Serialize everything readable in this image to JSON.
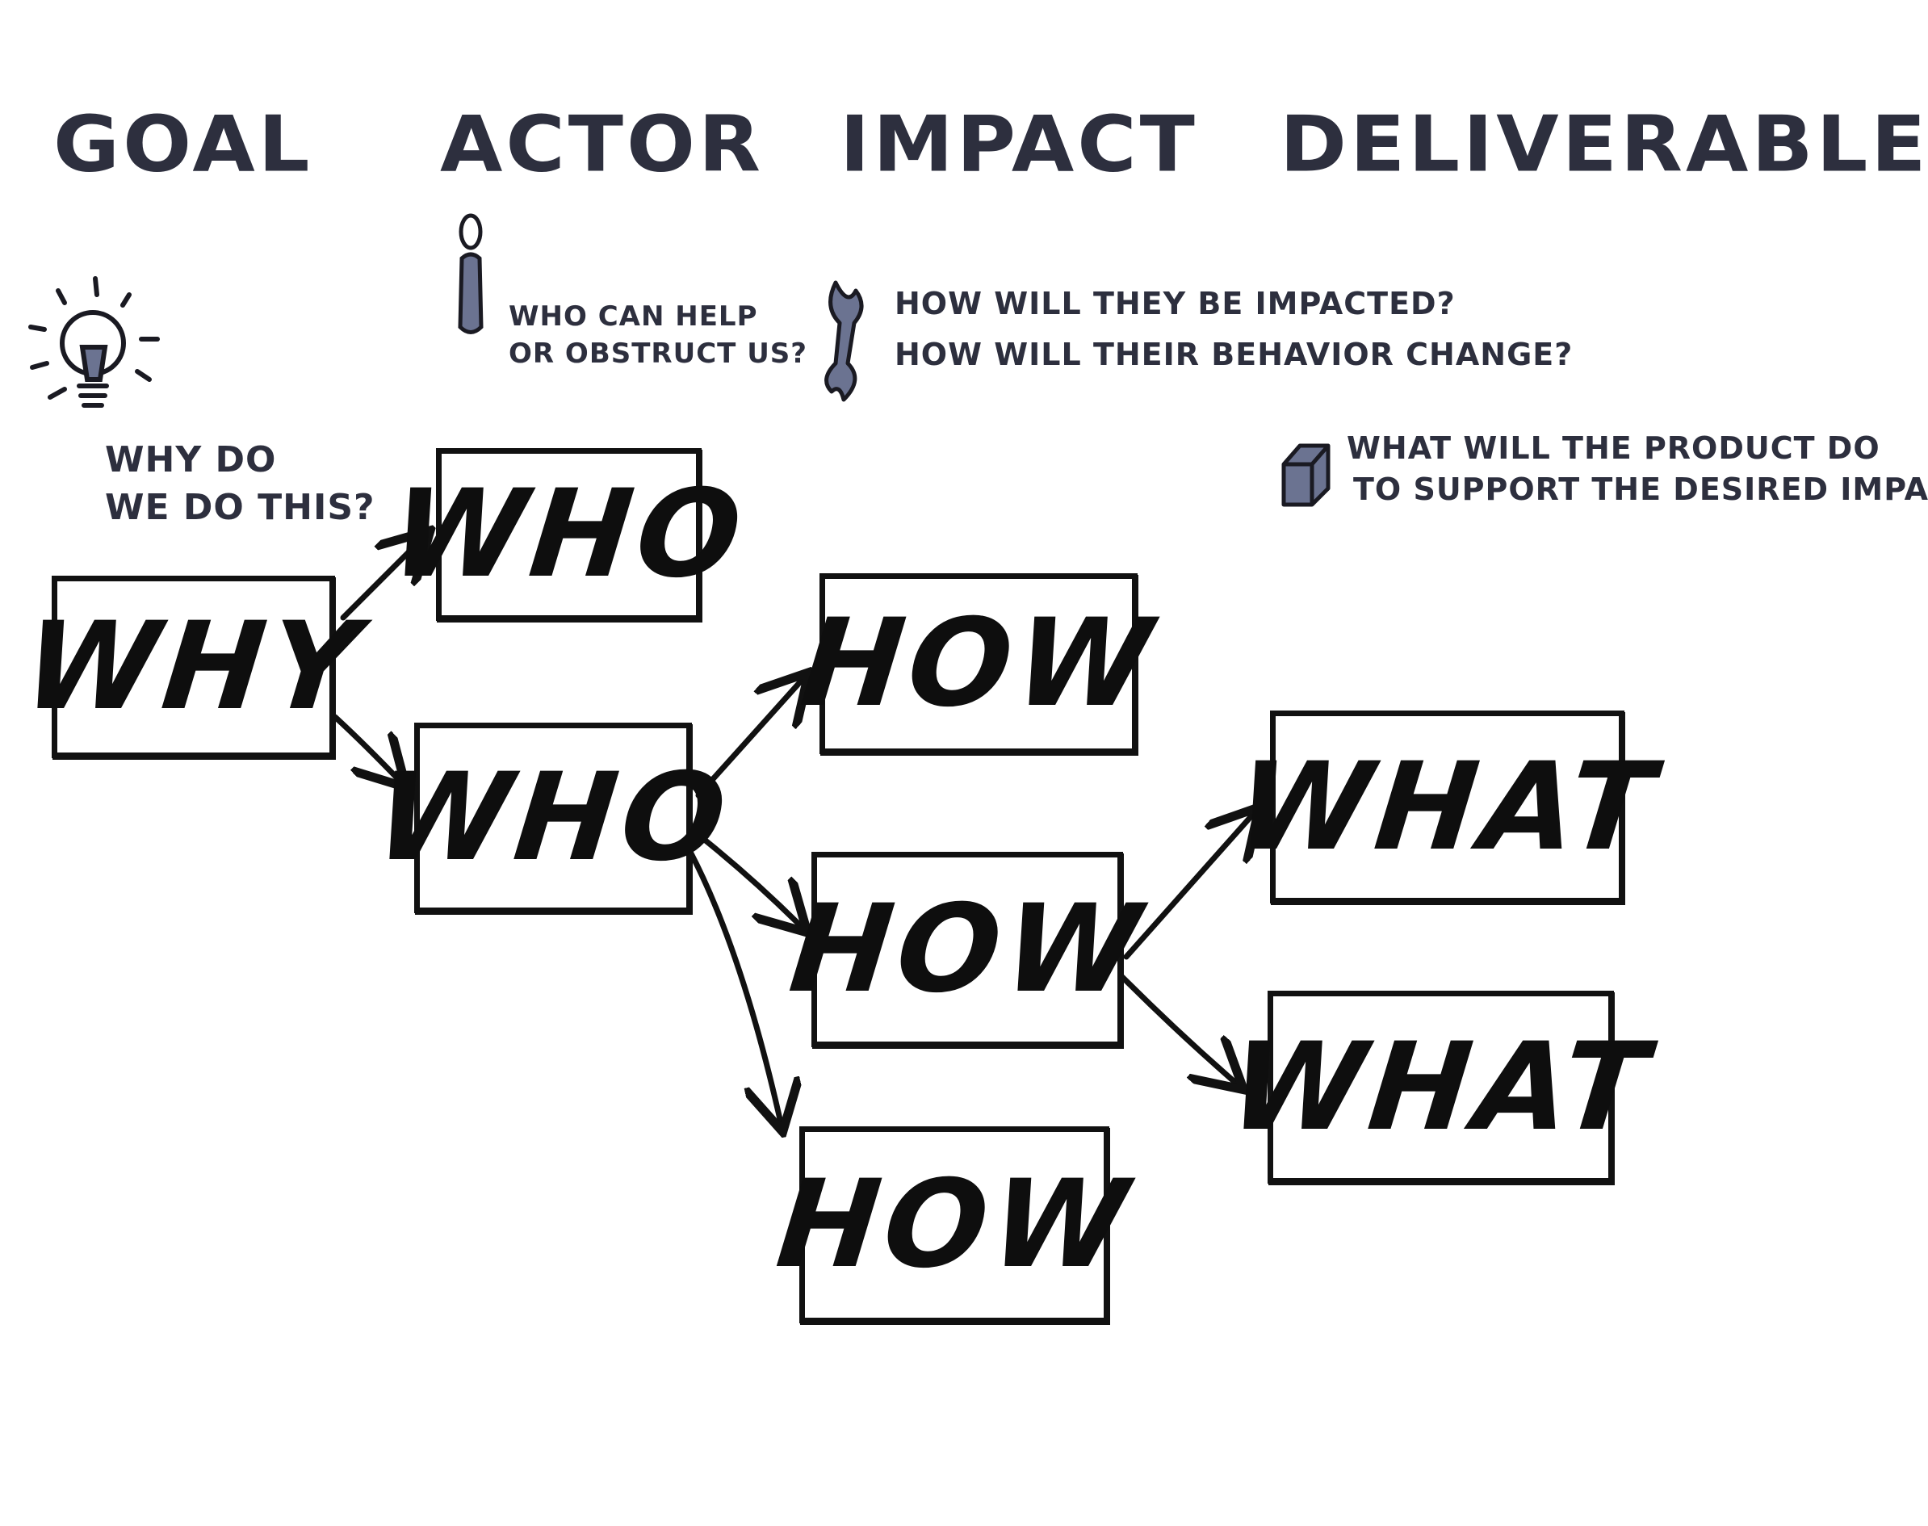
{
  "columns": {
    "goal": "GOAL",
    "actor": "ACTOR",
    "impact": "IMPACT",
    "deliverable": "DELIVERABLE"
  },
  "notes": {
    "goal": [
      "WHY DO",
      "WE DO THIS?"
    ],
    "actor": [
      "WHO CAN HELP",
      "OR OBSTRUCT US?"
    ],
    "impact": [
      "HOW WILL THEY BE IMPACTED?",
      "HOW WILL THEIR BEHAVIOR CHANGE?"
    ],
    "deliverable": [
      "WHAT WILL THE PRODUCT DO",
      "TO SUPPORT THE DESIRED IMPACT?"
    ]
  },
  "boxes": {
    "why": "WHY",
    "who_1": "WHO",
    "who_2": "WHO",
    "how_1": "HOW",
    "how_2": "HOW",
    "how_3": "HOW",
    "what_1": "WHAT",
    "what_2": "WHAT"
  },
  "icons": {
    "goal": "lightbulb-icon",
    "actor": "person-icon",
    "impact": "wrench-icon",
    "deliverable": "cube-icon"
  },
  "colors": {
    "ink": "#111111",
    "heading": "#2d2f3e",
    "icon_fill": "#6b7391"
  }
}
